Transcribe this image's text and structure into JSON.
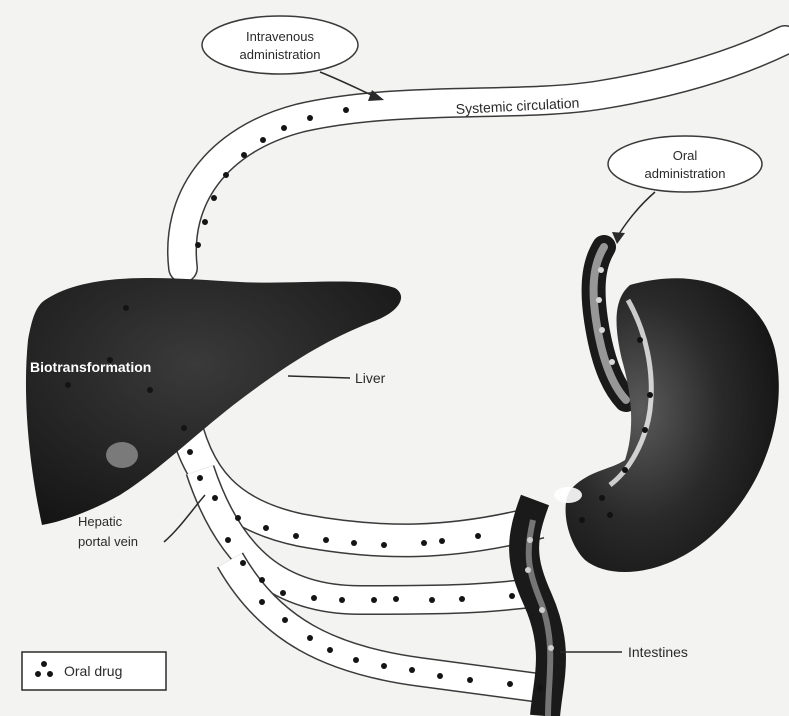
{
  "labels": {
    "iv_line1": "Intravenous",
    "iv_line2": "administration",
    "systemic": "Systemic circulation",
    "oral_line1": "Oral",
    "oral_line2": "administration",
    "biotransformation": "Biotransformation",
    "liver": "Liver",
    "hepatic_line1": "Hepatic",
    "hepatic_line2": "portal vein",
    "intestines": "Intestines"
  },
  "legend": {
    "oral_drug": "Oral drug"
  },
  "colors": {
    "organ": "#1c1c1c",
    "vessel_stroke": "#3a3a3a",
    "vessel_fill": "#ffffff",
    "background": "#f3f3f1",
    "dot": "#141414"
  }
}
